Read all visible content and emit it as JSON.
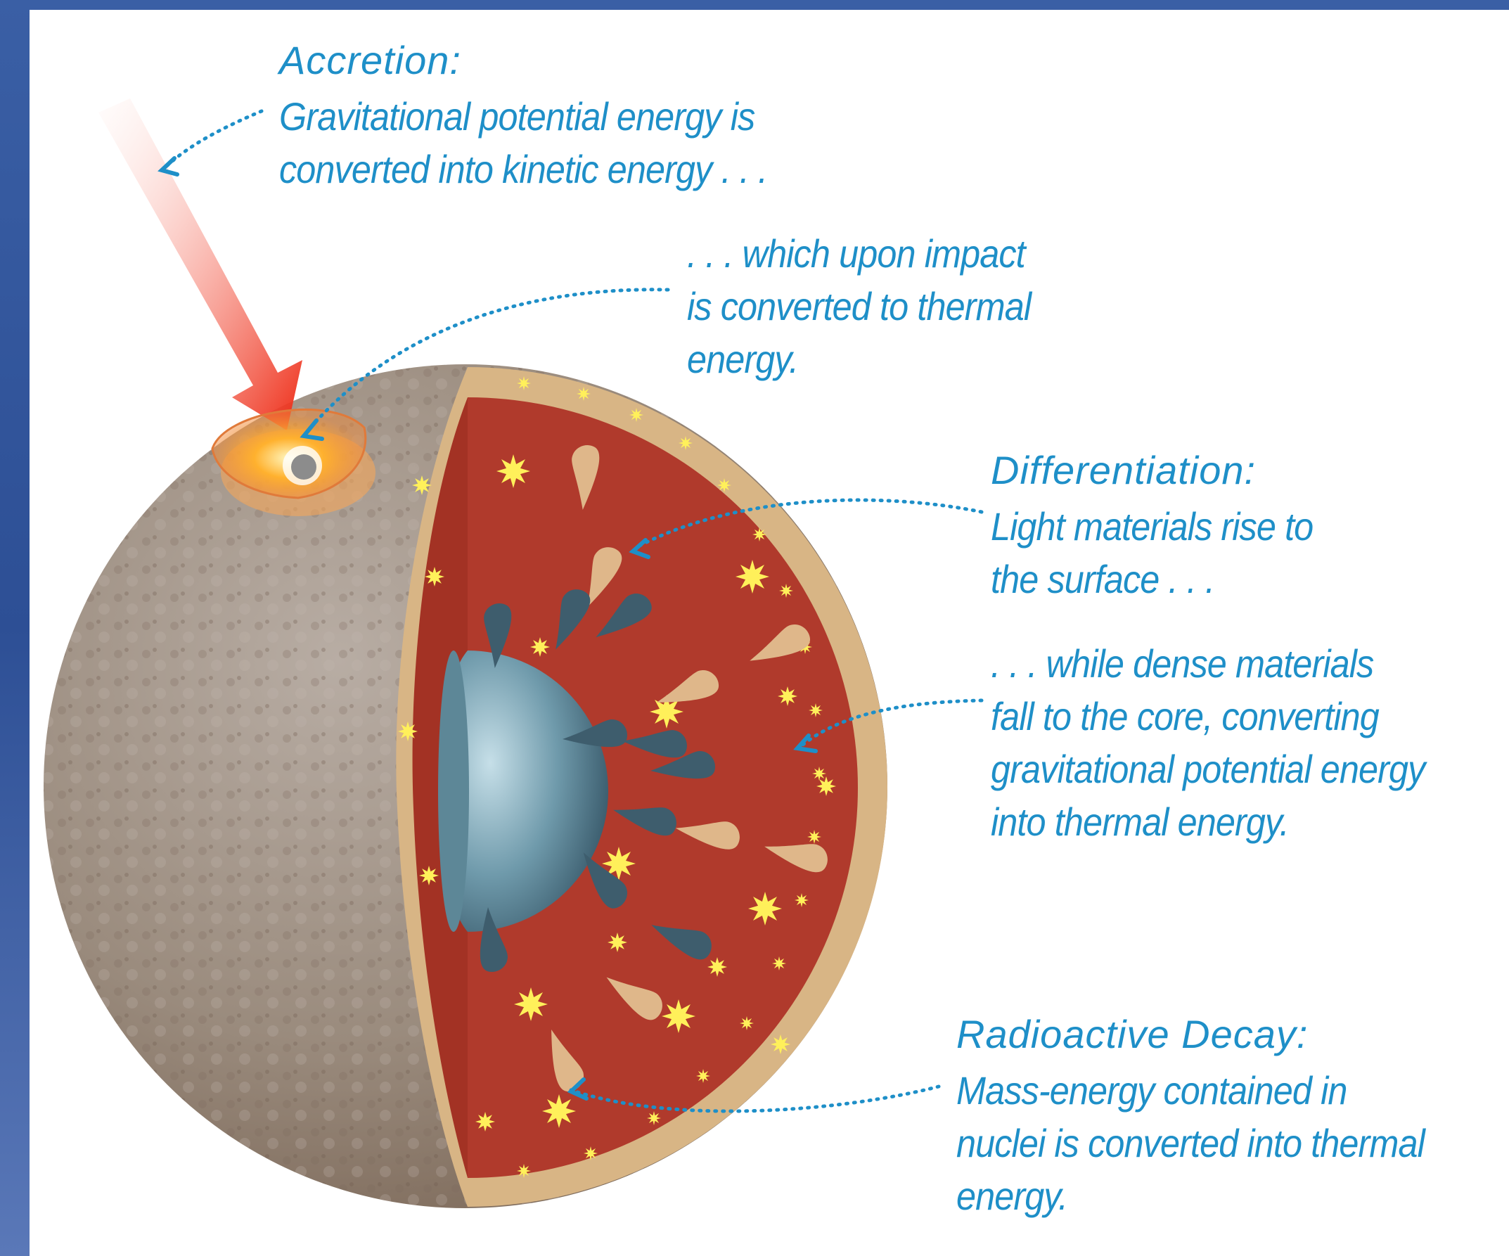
{
  "colors": {
    "text": "#1e8fc8",
    "dotted_line": "#1e8fc8",
    "background_frame": "#2c4f94",
    "panel": "#ffffff",
    "crust": "#d8b585",
    "mantle": "#b03a2c",
    "core": "#5d8797",
    "planet_surface": "#9a8c80",
    "impactor_arrow": "#f03a1c",
    "star": "#fff05a",
    "light_drop": "#dfb78a",
    "dense_drop": "#3e5d6d"
  },
  "icons": {
    "planet": "planet-cutaway-icon",
    "impact": "impact-crater-icon",
    "star": "radioactive-star-icon",
    "light_drop": "light-material-drop-icon",
    "dense_drop": "dense-material-drop-icon"
  },
  "labels": {
    "accretion": {
      "title": "Accretion:",
      "lines": [
        "Gravitational potential energy is",
        "converted into kinetic energy . . ."
      ]
    },
    "impact": {
      "lines": [
        ". . . which upon impact",
        "is converted to thermal",
        "energy."
      ]
    },
    "differentiation": {
      "title": "Differentiation:",
      "lines": [
        "Light materials rise to",
        "the surface . . ."
      ]
    },
    "dense": {
      "lines": [
        ". . . while dense materials",
        "fall to the core, converting",
        "gravitational potential energy",
        "into thermal energy."
      ]
    },
    "radioactive_decay": {
      "title": "Radioactive Decay:",
      "lines": [
        "Mass-energy contained in",
        "nuclei is converted into thermal",
        "energy."
      ]
    }
  }
}
